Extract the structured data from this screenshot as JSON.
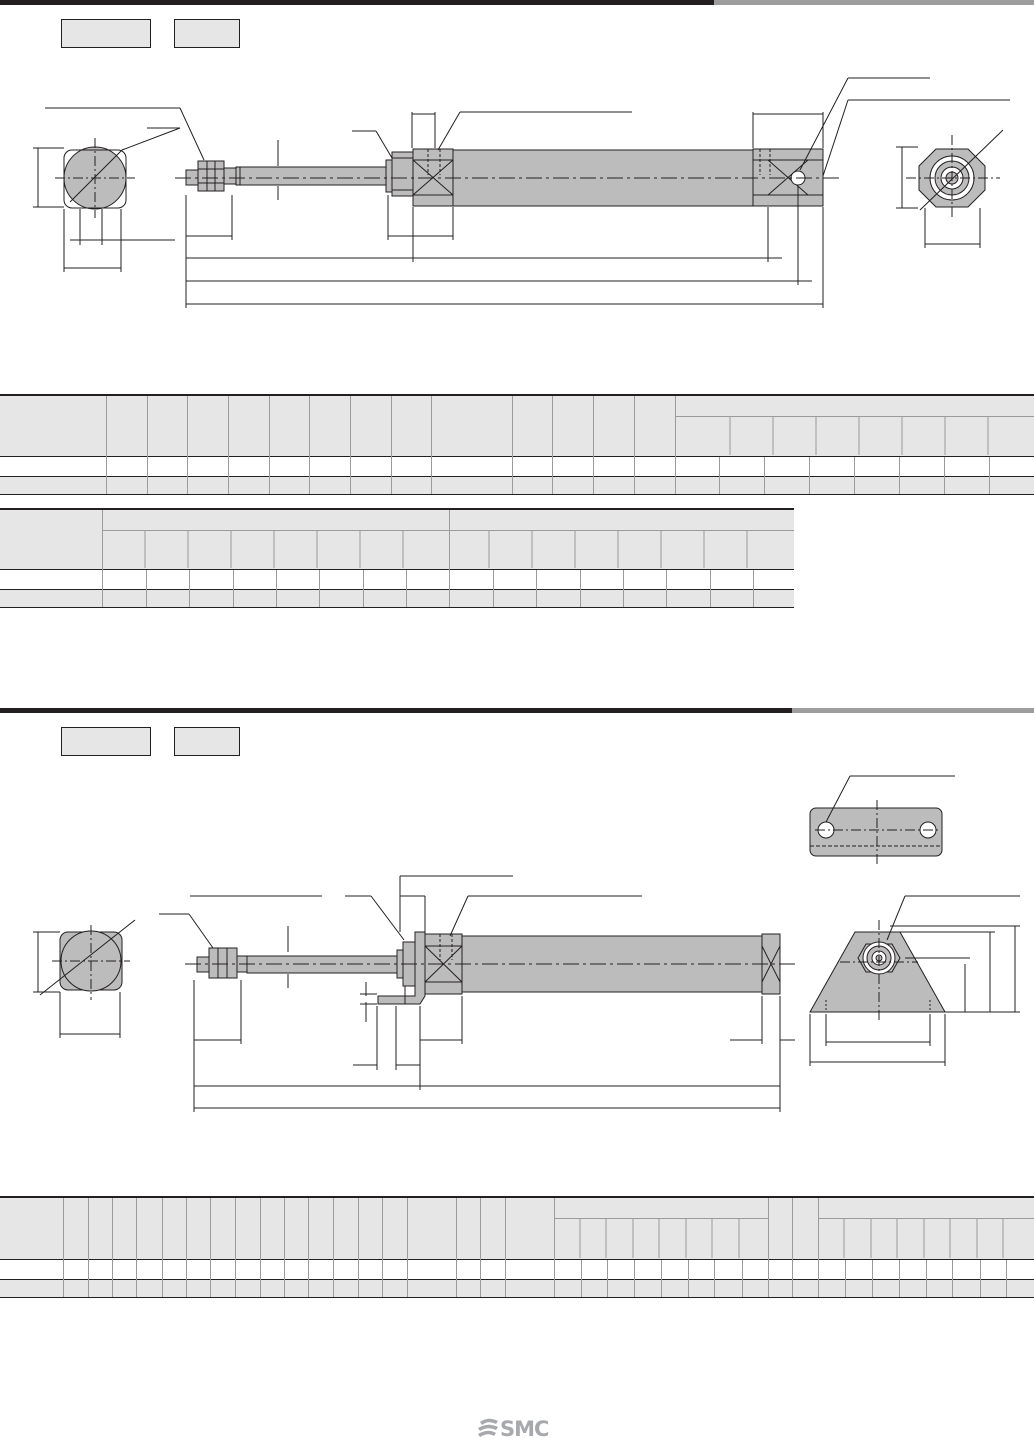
{
  "brand": {
    "logo_text": "SMC",
    "color_logo": "#a7a9ac"
  },
  "colors": {
    "rule_dark": "#231f20",
    "rule_light": "#9d9d9d",
    "fill_gray": "#bcbcbc",
    "table_shade": "#e6e6e6"
  },
  "section_1": {
    "model_boxes": [
      "",
      ""
    ],
    "table_a": {
      "rows": 3,
      "columns": 22
    },
    "table_b": {
      "rows": 3,
      "columns": 17
    }
  },
  "section_2": {
    "model_boxes": [
      "",
      ""
    ],
    "table": {
      "rows": 3,
      "columns": 38
    }
  }
}
